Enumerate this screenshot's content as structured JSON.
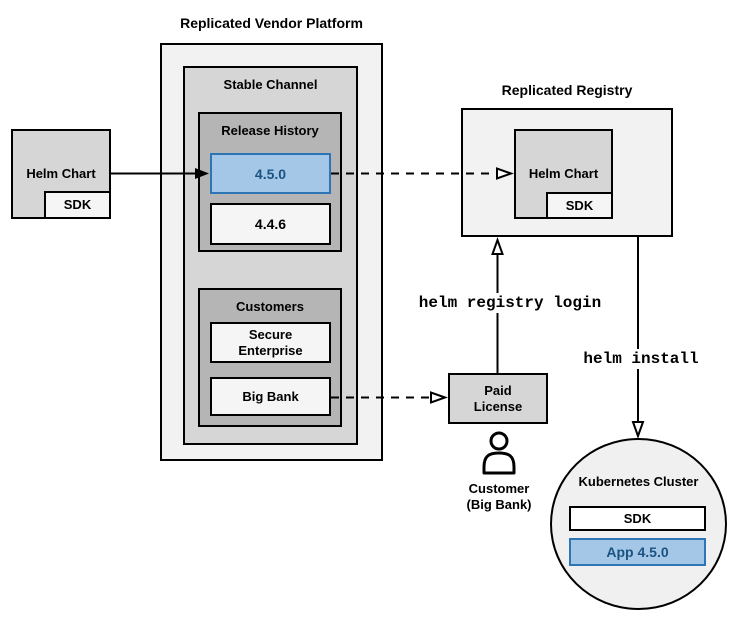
{
  "colors": {
    "canvas_bg": "#ffffff",
    "container_fill": "#f2f2f2",
    "panel_fill": "#d6d6d6",
    "group_fill": "#b5b5b5",
    "item_fill": "#f5f5f5",
    "white_fill": "#ffffff",
    "circle_fill": "#f0f0f0",
    "highlight_fill": "#a4c7e7",
    "highlight_border": "#2e75b6",
    "highlight_text": "#1a5380",
    "line_color": "#000000"
  },
  "source_chart": {
    "label": "Helm Chart",
    "sdk": "SDK"
  },
  "vendor_platform": {
    "title": "Replicated Vendor Platform",
    "stable_channel": {
      "label": "Stable Channel"
    },
    "release_history": {
      "label": "Release History",
      "release_new": "4.5.0",
      "release_old": "4.4.6"
    },
    "customers": {
      "label": "Customers",
      "customer_1": "Secure Enterprise",
      "customer_2": "Big Bank"
    }
  },
  "registry": {
    "title": "Replicated Registry",
    "helm_chart": "Helm Chart",
    "sdk": "SDK"
  },
  "license": {
    "label": "Paid License"
  },
  "customer": {
    "line1": "Customer",
    "line2": "(Big Bank)"
  },
  "commands": {
    "registry_login": "helm registry login",
    "install": "helm install"
  },
  "cluster": {
    "title": "Kubernetes Cluster",
    "sdk": "SDK",
    "app": "App 4.5.0"
  }
}
